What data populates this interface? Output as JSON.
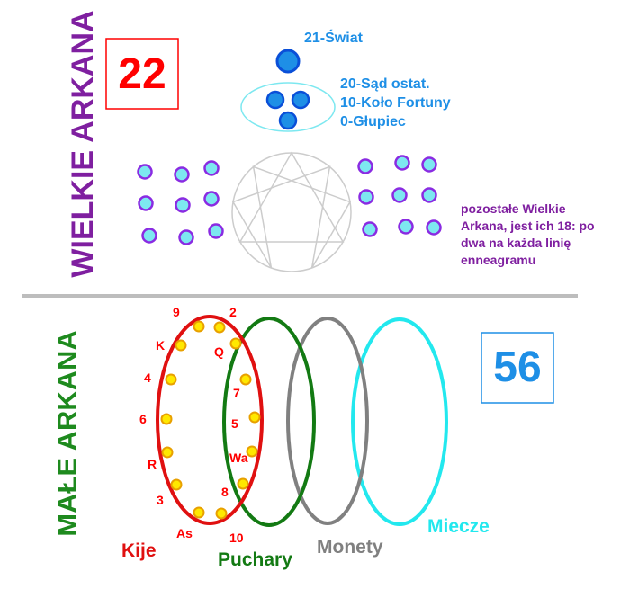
{
  "major": {
    "title": "WIELKIE ARKANA",
    "count": "22",
    "world_label": "21-Świat",
    "group_labels": [
      "20-Sąd ostat.",
      "10-Koło Fortuny",
      "0-Głupiec"
    ],
    "note_lines": [
      "pozostałe Wielkie",
      "Arkana, jest ich 18: po",
      "dwa na każda linię",
      "enneagramu"
    ]
  },
  "minor": {
    "title": "MAŁE ARKANA",
    "count": "56",
    "suits": {
      "wands": "Kije",
      "cups": "Puchary",
      "coins": "Monety",
      "swords": "Miecze"
    },
    "card_labels": {
      "nine": "9",
      "two": "2",
      "king": "K",
      "queen": "Q",
      "four": "4",
      "seven": "7",
      "six": "6",
      "five": "5",
      "knight": "R",
      "page": "Wa",
      "three": "3",
      "eight": "8",
      "ace": "As",
      "ten": "10"
    }
  },
  "colors": {
    "major_title": "#7f1fa0",
    "minor_title": "#1e8a1e",
    "count_red": "#ff0000",
    "count_blue": "#1e8fe6",
    "circle_fill": "#7de8f0",
    "circle_stroke_purple": "#8a2be2",
    "circle_stroke_blue": "#0a4fd8",
    "wands": "#e01010",
    "cups": "#137a13",
    "coins": "#808080",
    "swords": "#22e8ee",
    "card_dot_fill": "#ffe800",
    "card_dot_stroke": "#e8a000",
    "enneagram": "#cccccc",
    "divider": "#bdbdbd"
  }
}
